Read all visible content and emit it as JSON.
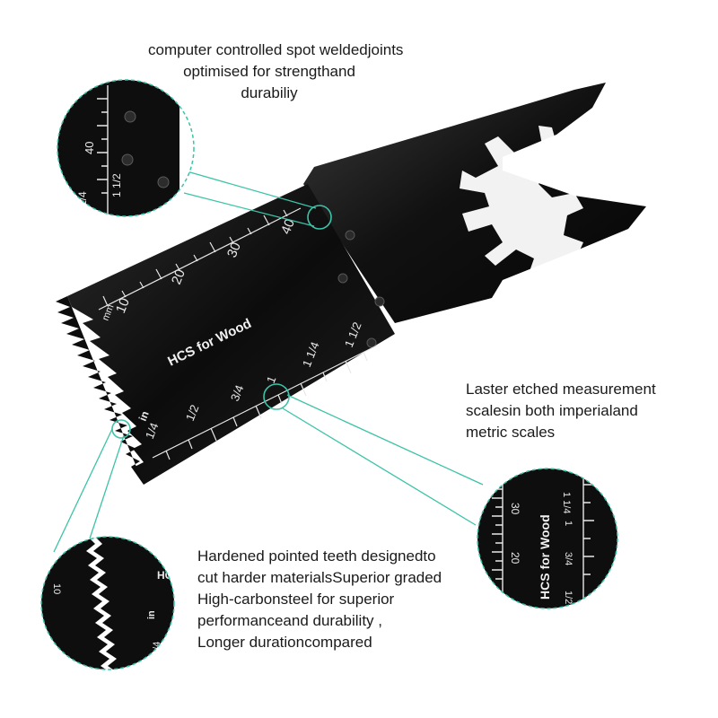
{
  "captions": {
    "top": [
      "computer controlled spot weldedjoints",
      "optimised for strengthand",
      "durabiliy"
    ],
    "right": [
      "Laster etched measurement",
      "scalesin both imperialand",
      "metric scales"
    ],
    "bottom": [
      "Hardened pointed teeth designedto",
      "cut harder materialsSuperior graded",
      "High-carbonsteel for superior",
      "performanceand durability ,",
      "Longer durationcompared"
    ]
  },
  "blade": {
    "brand_text": "HCS for Wood",
    "metric_labels": [
      "10",
      "20",
      "30",
      "40"
    ],
    "metric_unit": "mm",
    "imperial_labels": [
      "1/4",
      "1/2",
      "3/4",
      "1",
      "1 1/4",
      "1 1/2"
    ],
    "imperial_unit": "in"
  },
  "colors": {
    "accent": "#3cc3a8",
    "blade": "#0d0d0d",
    "text": "#1a1a1a"
  }
}
